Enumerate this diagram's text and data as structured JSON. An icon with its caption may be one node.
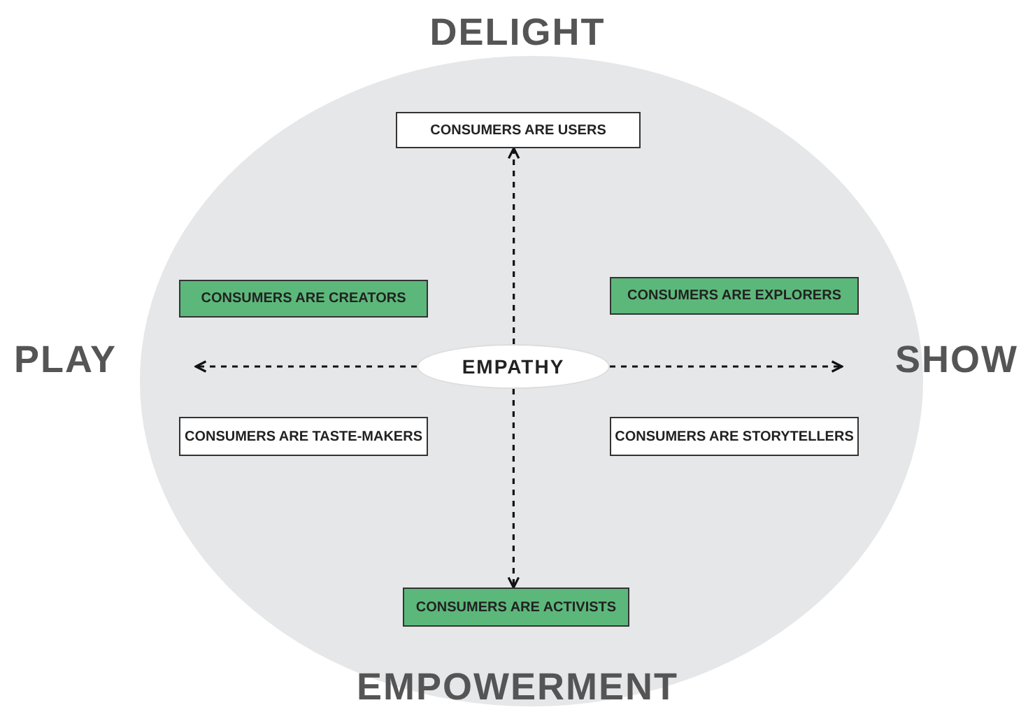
{
  "diagram": {
    "nodes": [
      {
        "text": [],
        "shape": "circle"
      },
      {
        "text": [
          "CONSUMERS ARE USERS"
        ],
        "in": 0
      },
      {
        "text": [
          "CONSUMERS ARE CREATORS"
        ],
        "in": 0
      },
      {
        "text": [
          "CONSUMERS ARE EXPLORERS"
        ],
        "in": 0
      },
      {
        "text": [
          "EMPATHY"
        ],
        "in": 0
      },
      {
        "text": [
          "CONSUMERS ARE TASTE-MAKERS"
        ],
        "in": 0
      },
      {
        "text": [
          "CONSUMERS ARE STORYTELLERS"
        ],
        "in": 0
      },
      {
        "text": [
          "CONSUMERS ARE ACTIVISTS"
        ],
        "in": 0
      }
    ],
    "edges": [
      {
        "from": 4,
        "to": 1,
        "arrow": "to",
        "style": "dashed"
      },
      {
        "from": 4,
        "to": null,
        "arrow": "to",
        "style": "dashed"
      },
      {
        "from": 4,
        "to": null,
        "arrow": "to",
        "style": "dashed"
      },
      {
        "from": 4,
        "to": 7,
        "arrow": "to",
        "style": "dashed"
      }
    ],
    "labels": [
      "DELIGHT",
      "PLAY",
      "SHOW",
      "EMPOWERMENT"
    ]
  }
}
